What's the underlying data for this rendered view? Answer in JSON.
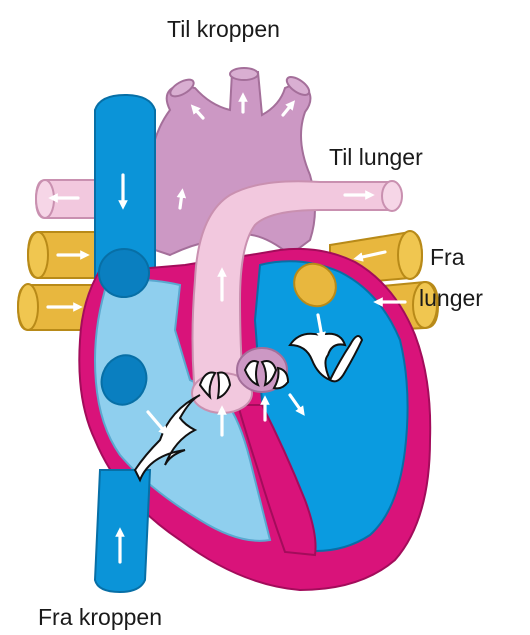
{
  "labels": {
    "top": "Til kroppen",
    "lungs_out": "Til lunger",
    "lungs_in_line1": "Fra",
    "lungs_in_line2": "lunger",
    "bottom": "Fra kroppen"
  },
  "colors": {
    "muscle": "#d9137a",
    "vena_cava": "#0b94d8",
    "right_chambers": "#8fcfee",
    "left_chambers": "#0a9be0",
    "aorta": "#cc98c4",
    "pulmonary_artery": "#f2c8de",
    "pulmonary_veins": "#e8b73e",
    "valves": "#ffffff",
    "arrows": "#ffffff"
  },
  "icons": [
    "flow-arrow-icon"
  ]
}
